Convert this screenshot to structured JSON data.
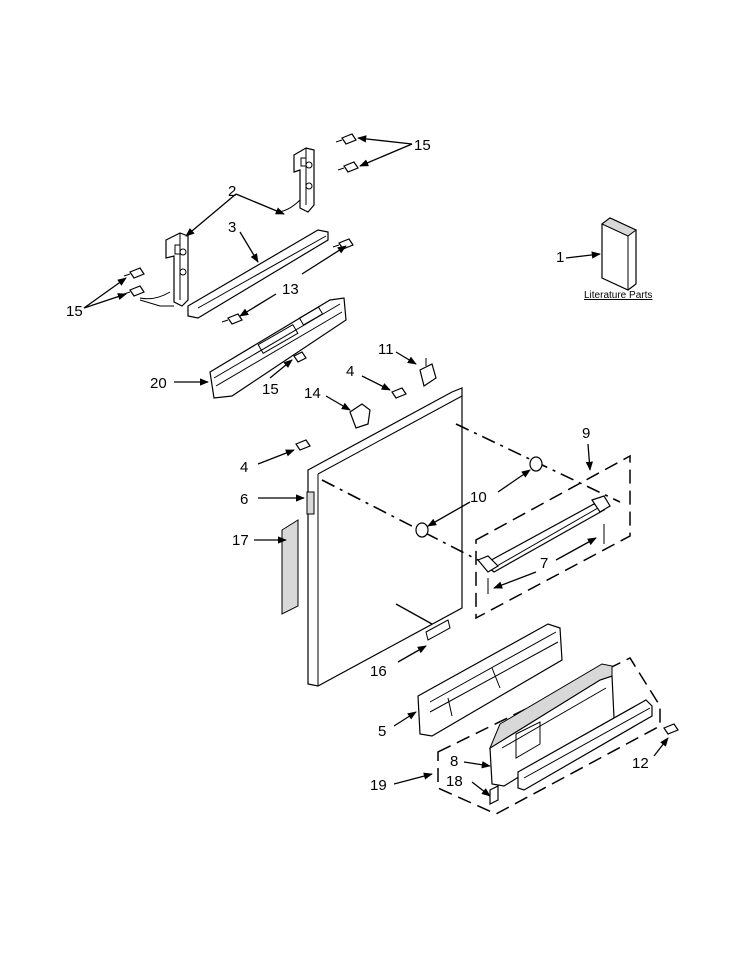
{
  "callouts": {
    "c1": "1",
    "c2": "2",
    "c3": "3",
    "c4a": "4",
    "c4b": "4",
    "c5": "5",
    "c6": "6",
    "c7": "7",
    "c8": "8",
    "c9": "9",
    "c10": "10",
    "c11": "11",
    "c12": "12",
    "c13": "13",
    "c14": "14",
    "c15a": "15",
    "c15b": "15",
    "c15c": "15",
    "c16": "16",
    "c17": "17",
    "c18": "18",
    "c19": "19",
    "c20": "20"
  },
  "literature_label": "Literature Parts"
}
